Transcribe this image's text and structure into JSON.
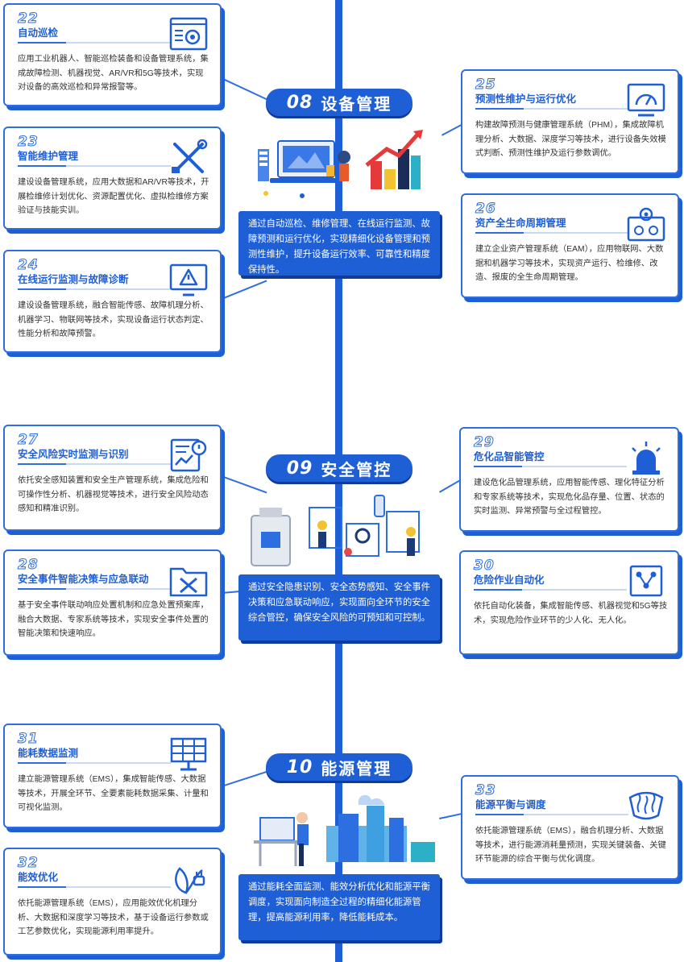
{
  "sections": [
    {
      "number": "08",
      "name": "设备管理",
      "summary": "通过自动巡检、维修管理、在线运行监测、故障预测和运行优化，实现精细化设备管理和预测性维护，提升设备运行效率、可靠性和精度保持性。",
      "items": [
        {
          "number": "22",
          "title": "自动巡检",
          "desc": "应用工业机器人、智能巡检装备和设备管理系统，集成故障检测、机器视觉、AR/VR和5G等技术，实现对设备的高效巡检和异常报警等。",
          "icon": "inspection-screen-icon"
        },
        {
          "number": "23",
          "title": "智能维护管理",
          "desc": "建设设备管理系统，应用大数据和AR/VR等技术，开展检维修计划优化、资源配置优化、虚拟检维修方案验证与技能实训。",
          "icon": "wrench-screwdriver-icon"
        },
        {
          "number": "24",
          "title": "在线运行监测与故障诊断",
          "desc": "建设设备管理系统，融合智能传感、故障机理分析、机器学习、物联网等技术，实现设备运行状态判定、性能分析和故障预警。",
          "icon": "warning-monitor-icon"
        },
        {
          "number": "25",
          "title": "预测性维护与运行优化",
          "desc": "构建故障预测与健康管理系统（PHM），集成故障机理分析、大数据、深度学习等技术，进行设备失效模式判断、预测性维护及运行参数调优。",
          "icon": "gauge-monitor-icon"
        },
        {
          "number": "26",
          "title": "资产全生命周期管理",
          "desc": "建立企业资产管理系统（EAM），应用物联网、大数据和机器学习等技术，实现资产运行、检维修、改造、报废的全生命周期管理。",
          "icon": "asset-lifecycle-icon"
        }
      ]
    },
    {
      "number": "09",
      "name": "安全管控",
      "summary": "通过安全隐患识别、安全态势感知、安全事件决策和应急联动响应，实现面向全环节的安全综合管控，确保安全风险的可预知和可控制。",
      "items": [
        {
          "number": "27",
          "title": "安全风险实时监测与识别",
          "desc": "依托安全感知装置和安全生产管理系统，集成危险和可操作性分析、机器视觉等技术，进行安全风险动态感知和精准识别。",
          "icon": "risk-report-icon"
        },
        {
          "number": "28",
          "title": "安全事件智能决策与应急联动",
          "desc": "基于安全事件联动响应处置机制和应急处置预案库，融合大数据、专家系统等技术，实现安全事件处置的智能决策和快速响应。",
          "icon": "tools-folder-icon"
        },
        {
          "number": "29",
          "title": "危化品智能管控",
          "desc": "建设危化品管理系统，应用智能传感、理化特征分析和专家系统等技术，实现危化品存量、位置、状态的实时监测、异常预警与全过程管控。",
          "icon": "alarm-light-icon"
        },
        {
          "number": "30",
          "title": "危险作业自动化",
          "desc": "依托自动化装备，集成智能传感、机器视觉和5G等技术，实现危险作业环节的少人化、无人化。",
          "icon": "automation-network-icon"
        }
      ]
    },
    {
      "number": "10",
      "name": "能源管理",
      "summary": "通过能耗全面监测、能效分析优化和能源平衡调度，实现面向制造全过程的精细化能源管理，提高能源利用率，降低能耗成本。",
      "items": [
        {
          "number": "31",
          "title": "能耗数据监测",
          "desc": "建立能源管理系统（EMS），集成智能传感、大数据等技术，开展全环节、全要素能耗数据采集、计量和可视化监测。",
          "icon": "solar-panel-icon"
        },
        {
          "number": "32",
          "title": "能效优化",
          "desc": "依托能源管理系统（EMS），应用能效优化机理分析、大数据和深度学习等技术，基于设备运行参数或工艺参数优化，实现能源利用率提升。",
          "icon": "eco-plug-icon"
        },
        {
          "number": "33",
          "title": "能源平衡与调度",
          "desc": "依托能源管理系统（EMS），融合机理分析、大数据等技术，进行能源消耗量预测，实现关键装备、关键环节能源的综合平衡与优化调度。",
          "icon": "heat-shield-icon"
        }
      ]
    }
  ]
}
